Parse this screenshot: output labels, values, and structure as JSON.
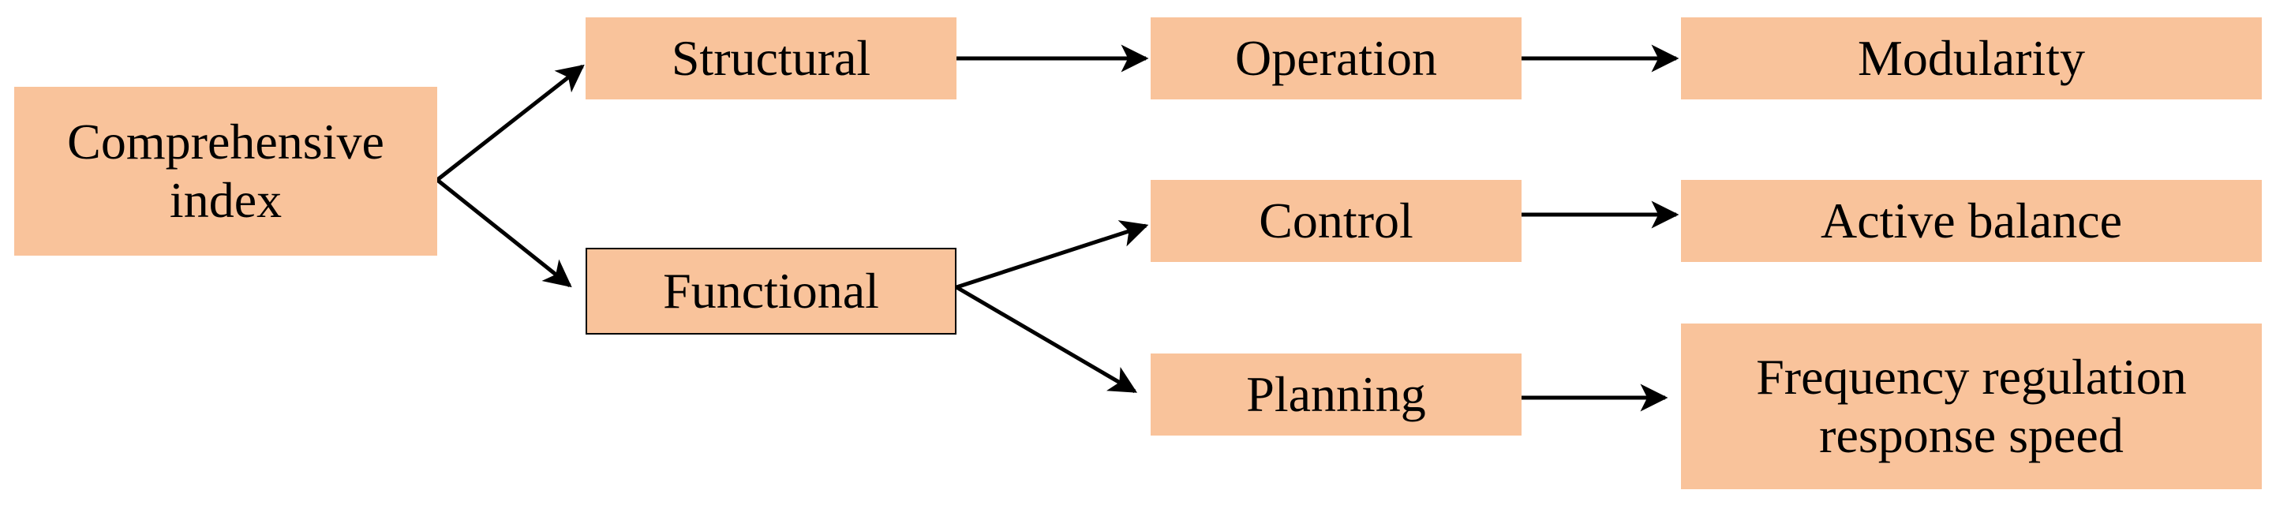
{
  "diagram": {
    "nodes": {
      "root": {
        "lines": [
          "Comprehensive",
          "index"
        ]
      },
      "structural": {
        "lines": [
          "Structural"
        ]
      },
      "functional": {
        "lines": [
          "Functional"
        ]
      },
      "operation": {
        "lines": [
          "Operation"
        ]
      },
      "control": {
        "lines": [
          "Control"
        ]
      },
      "planning": {
        "lines": [
          "Planning"
        ]
      },
      "modularity": {
        "lines": [
          "Modularity"
        ]
      },
      "active_balance": {
        "lines": [
          "Active balance"
        ]
      },
      "frequency": {
        "lines": [
          "Frequency regulation",
          "response speed"
        ]
      }
    },
    "edges": [
      {
        "from": "root",
        "to": "structural"
      },
      {
        "from": "root",
        "to": "functional"
      },
      {
        "from": "structural",
        "to": "operation"
      },
      {
        "from": "functional",
        "to": "control"
      },
      {
        "from": "functional",
        "to": "planning"
      },
      {
        "from": "operation",
        "to": "modularity"
      },
      {
        "from": "control",
        "to": "active_balance"
      },
      {
        "from": "planning",
        "to": "frequency"
      }
    ],
    "colors": {
      "node_fill": "#f9c39b",
      "text": "#000000",
      "arrow": "#000000"
    }
  }
}
